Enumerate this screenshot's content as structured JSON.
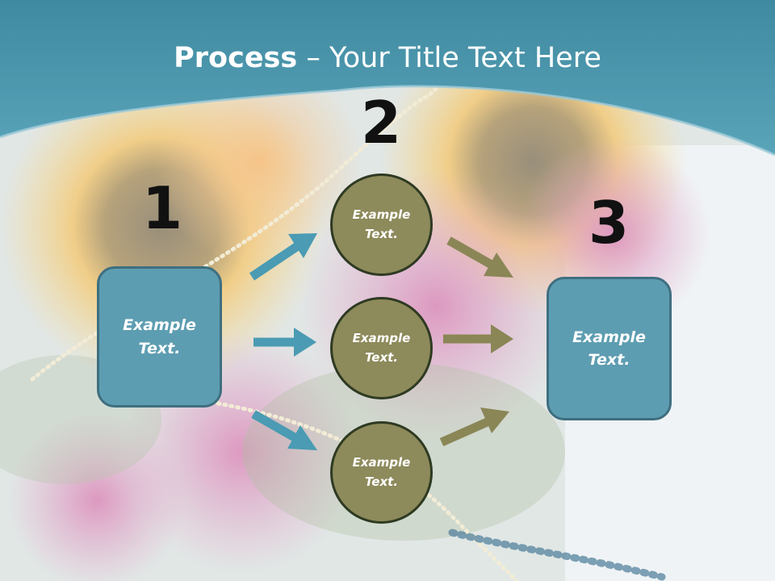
{
  "title": {
    "bold": "Process",
    "rest": " – Your Title Text Here"
  },
  "steps": {
    "one": {
      "number": "1",
      "box_text": "Example\nText."
    },
    "two": {
      "number": "2",
      "circles": [
        "Example\nText.",
        "Example\nText.",
        "Example\nText."
      ]
    },
    "three": {
      "number": "3",
      "box_text": "Example\nText."
    }
  },
  "colors": {
    "header_band": "#4c93a8",
    "box_fill": "#5d9db1",
    "box_border": "#3e6f80",
    "circle_fill": "#8d8a5b",
    "circle_border": "#2e3a22",
    "arrow_blue": "#4a9bb3",
    "arrow_olive": "#8a8656"
  }
}
